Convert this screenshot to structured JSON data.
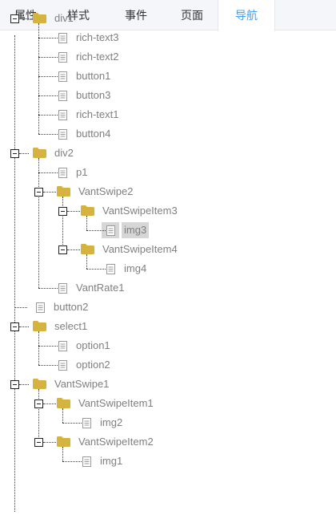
{
  "tabs": [
    "属性",
    "样式",
    "事件",
    "页面",
    "导航"
  ],
  "active_tab": "导航",
  "tree": [
    {
      "label": "div1",
      "type": "folder",
      "depth": 0,
      "expanded": true
    },
    {
      "label": "rich-text3",
      "type": "file",
      "depth": 1
    },
    {
      "label": "rich-text2",
      "type": "file",
      "depth": 1
    },
    {
      "label": "button1",
      "type": "file",
      "depth": 1
    },
    {
      "label": "button3",
      "type": "file",
      "depth": 1
    },
    {
      "label": "rich-text1",
      "type": "file",
      "depth": 1
    },
    {
      "label": "button4",
      "type": "file",
      "depth": 1
    },
    {
      "label": "div2",
      "type": "folder",
      "depth": 0,
      "expanded": true
    },
    {
      "label": "p1",
      "type": "file",
      "depth": 1
    },
    {
      "label": "VantSwipe2",
      "type": "folder",
      "depth": 1,
      "expanded": true
    },
    {
      "label": "VantSwipeItem3",
      "type": "folder",
      "depth": 2,
      "expanded": true
    },
    {
      "label": "img3",
      "type": "file",
      "depth": 3,
      "selected": true
    },
    {
      "label": "VantSwipeItem4",
      "type": "folder",
      "depth": 2,
      "expanded": true
    },
    {
      "label": "img4",
      "type": "file",
      "depth": 3
    },
    {
      "label": "VantRate1",
      "type": "file",
      "depth": 1
    },
    {
      "label": "button2",
      "type": "file",
      "depth": 0
    },
    {
      "label": "select1",
      "type": "folder",
      "depth": 0,
      "expanded": true
    },
    {
      "label": "option1",
      "type": "file",
      "depth": 1
    },
    {
      "label": "option2",
      "type": "file",
      "depth": 1
    },
    {
      "label": "VantSwipe1",
      "type": "folder",
      "depth": 0,
      "expanded": true
    },
    {
      "label": "VantSwipeItem1",
      "type": "folder",
      "depth": 1,
      "expanded": true
    },
    {
      "label": "img2",
      "type": "file",
      "depth": 2
    },
    {
      "label": "VantSwipeItem2",
      "type": "folder",
      "depth": 1,
      "expanded": true
    },
    {
      "label": "img1",
      "type": "file",
      "depth": 2
    }
  ],
  "colors": {
    "accent": "#409eff",
    "folder": "#d4b33f",
    "tree_text": "#7f7f7f",
    "selected_bg": "#d6d6d6",
    "tabbar_bg": "#f4f6f9"
  }
}
